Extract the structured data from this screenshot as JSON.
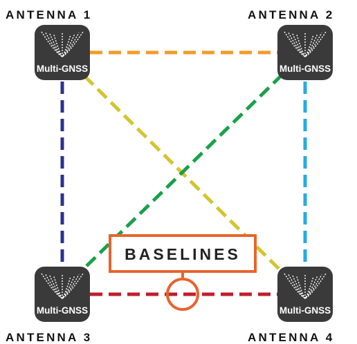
{
  "antennas": [
    {
      "id": "a1",
      "label": "ANTENNA 1",
      "module": "Multi-GNSS"
    },
    {
      "id": "a2",
      "label": "ANTENNA 2",
      "module": "Multi-GNSS"
    },
    {
      "id": "a3",
      "label": "ANTENNA 3",
      "module": "Multi-GNSS"
    },
    {
      "id": "a4",
      "label": "ANTENNA 4",
      "module": "Multi-GNSS"
    }
  ],
  "callout": {
    "label": "BASELINES"
  },
  "colors": {
    "module_fill": "#3a3a3a",
    "callout": "#e8642c",
    "a1_a2": "#f39c2a",
    "a1_a3": "#2e3191",
    "a1_a4": "#d4c42e",
    "a2_a3": "#19a14a",
    "a2_a4": "#27aae1",
    "a3_a4": "#be1e2d"
  }
}
